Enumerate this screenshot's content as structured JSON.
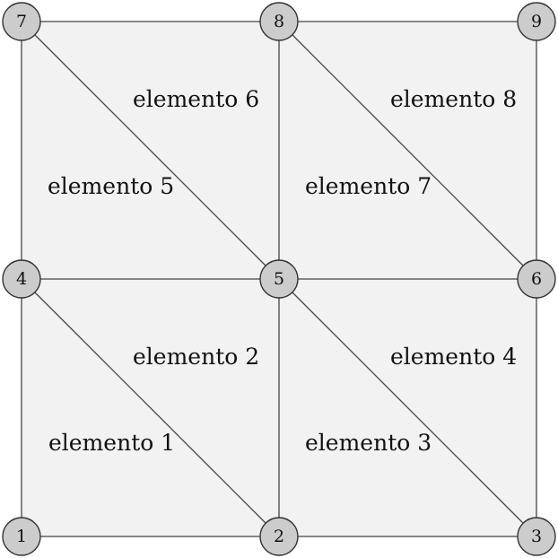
{
  "mesh": {
    "nodes": [
      {
        "id": "1",
        "label": "1"
      },
      {
        "id": "2",
        "label": "2"
      },
      {
        "id": "3",
        "label": "3"
      },
      {
        "id": "4",
        "label": "4"
      },
      {
        "id": "5",
        "label": "5"
      },
      {
        "id": "6",
        "label": "6"
      },
      {
        "id": "7",
        "label": "7"
      },
      {
        "id": "8",
        "label": "8"
      },
      {
        "id": "9",
        "label": "9"
      }
    ],
    "elements": [
      {
        "id": "1",
        "label": "elemento 1",
        "nodes": [
          "1",
          "2",
          "4"
        ]
      },
      {
        "id": "2",
        "label": "elemento 2",
        "nodes": [
          "2",
          "5",
          "4"
        ]
      },
      {
        "id": "3",
        "label": "elemento 3",
        "nodes": [
          "2",
          "3",
          "5"
        ]
      },
      {
        "id": "4",
        "label": "elemento 4",
        "nodes": [
          "3",
          "6",
          "5"
        ]
      },
      {
        "id": "5",
        "label": "elemento 5",
        "nodes": [
          "4",
          "5",
          "7"
        ]
      },
      {
        "id": "6",
        "label": "elemento 6",
        "nodes": [
          "5",
          "8",
          "7"
        ]
      },
      {
        "id": "7",
        "label": "elemento 7",
        "nodes": [
          "5",
          "6",
          "8"
        ]
      },
      {
        "id": "8",
        "label": "elemento 8",
        "nodes": [
          "6",
          "9",
          "8"
        ]
      }
    ]
  },
  "colors": {
    "face": "#f2f2f2",
    "edge": "#444444",
    "node_fill": "#cccccc",
    "node_stroke": "#333333",
    "text": "#111111"
  }
}
